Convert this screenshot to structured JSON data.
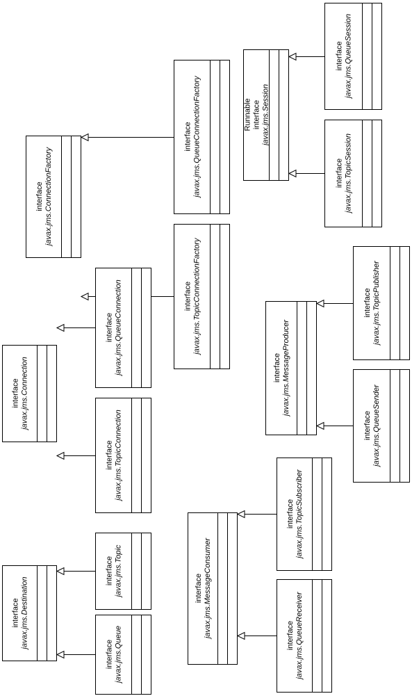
{
  "diagram": {
    "classes": [
      {
        "id": "destination",
        "lines": [
          "interface"
        ],
        "name": "javax.jms.Destination"
      },
      {
        "id": "queue",
        "lines": [
          "interface"
        ],
        "name": "javax.jms.Queue"
      },
      {
        "id": "topic",
        "lines": [
          "interface"
        ],
        "name": "javax.jms.Topic"
      },
      {
        "id": "connection",
        "lines": [
          "interface"
        ],
        "name": "javax.jms.Connection"
      },
      {
        "id": "topic-connection",
        "lines": [
          "interface"
        ],
        "name": "javax.jms.TopicConnection"
      },
      {
        "id": "queue-connection",
        "lines": [
          "interface"
        ],
        "name": "javax.jms.QueueConnection"
      },
      {
        "id": "connection-factory",
        "lines": [
          "interface"
        ],
        "name": "javax.jms.ConnectionFactory"
      },
      {
        "id": "queue-connection-factory",
        "lines": [
          "interface"
        ],
        "name": "javax.jms.QueueConnectionFactory"
      },
      {
        "id": "topic-connection-factory",
        "lines": [
          "interface"
        ],
        "name": "javax.jms.TopicConnectionFactory"
      },
      {
        "id": "session",
        "lines": [
          "Runnable",
          "interface"
        ],
        "name": "javax.jms.Session"
      },
      {
        "id": "queue-session",
        "lines": [
          "interface"
        ],
        "name": "javax.jms.QueueSession"
      },
      {
        "id": "topic-session",
        "lines": [
          "interface"
        ],
        "name": "javax.jms.TopicSession"
      },
      {
        "id": "message-producer",
        "lines": [
          "interface"
        ],
        "name": "javax.jms.MessageProducer"
      },
      {
        "id": "topic-publisher",
        "lines": [
          "interface"
        ],
        "name": "javax.jms.TopicPublisher"
      },
      {
        "id": "queue-sender",
        "lines": [
          "interface"
        ],
        "name": "javax.jms.QueueSender"
      },
      {
        "id": "message-consumer",
        "lines": [
          "interface"
        ],
        "name": "javax.jms.MessageConsumer"
      },
      {
        "id": "topic-subscriber",
        "lines": [
          "interface"
        ],
        "name": "javax.jms.TopicSubscriber"
      },
      {
        "id": "queue-receiver",
        "lines": [
          "interface"
        ],
        "name": "javax.jms.QueueReceiver"
      }
    ],
    "generalizations": [
      {
        "from": "queue",
        "to": "destination"
      },
      {
        "from": "topic",
        "to": "destination"
      },
      {
        "from": "topic-connection",
        "to": "connection"
      },
      {
        "from": "queue-connection",
        "to": "connection"
      },
      {
        "from": "queue-connection-factory",
        "to": "connection-factory"
      },
      {
        "from": "topic-connection-factory",
        "to": "connection-factory"
      },
      {
        "from": "queue-session",
        "to": "session"
      },
      {
        "from": "topic-session",
        "to": "session"
      },
      {
        "from": "topic-publisher",
        "to": "message-producer"
      },
      {
        "from": "queue-sender",
        "to": "message-producer"
      },
      {
        "from": "topic-subscriber",
        "to": "message-consumer"
      },
      {
        "from": "queue-receiver",
        "to": "message-consumer"
      }
    ]
  }
}
